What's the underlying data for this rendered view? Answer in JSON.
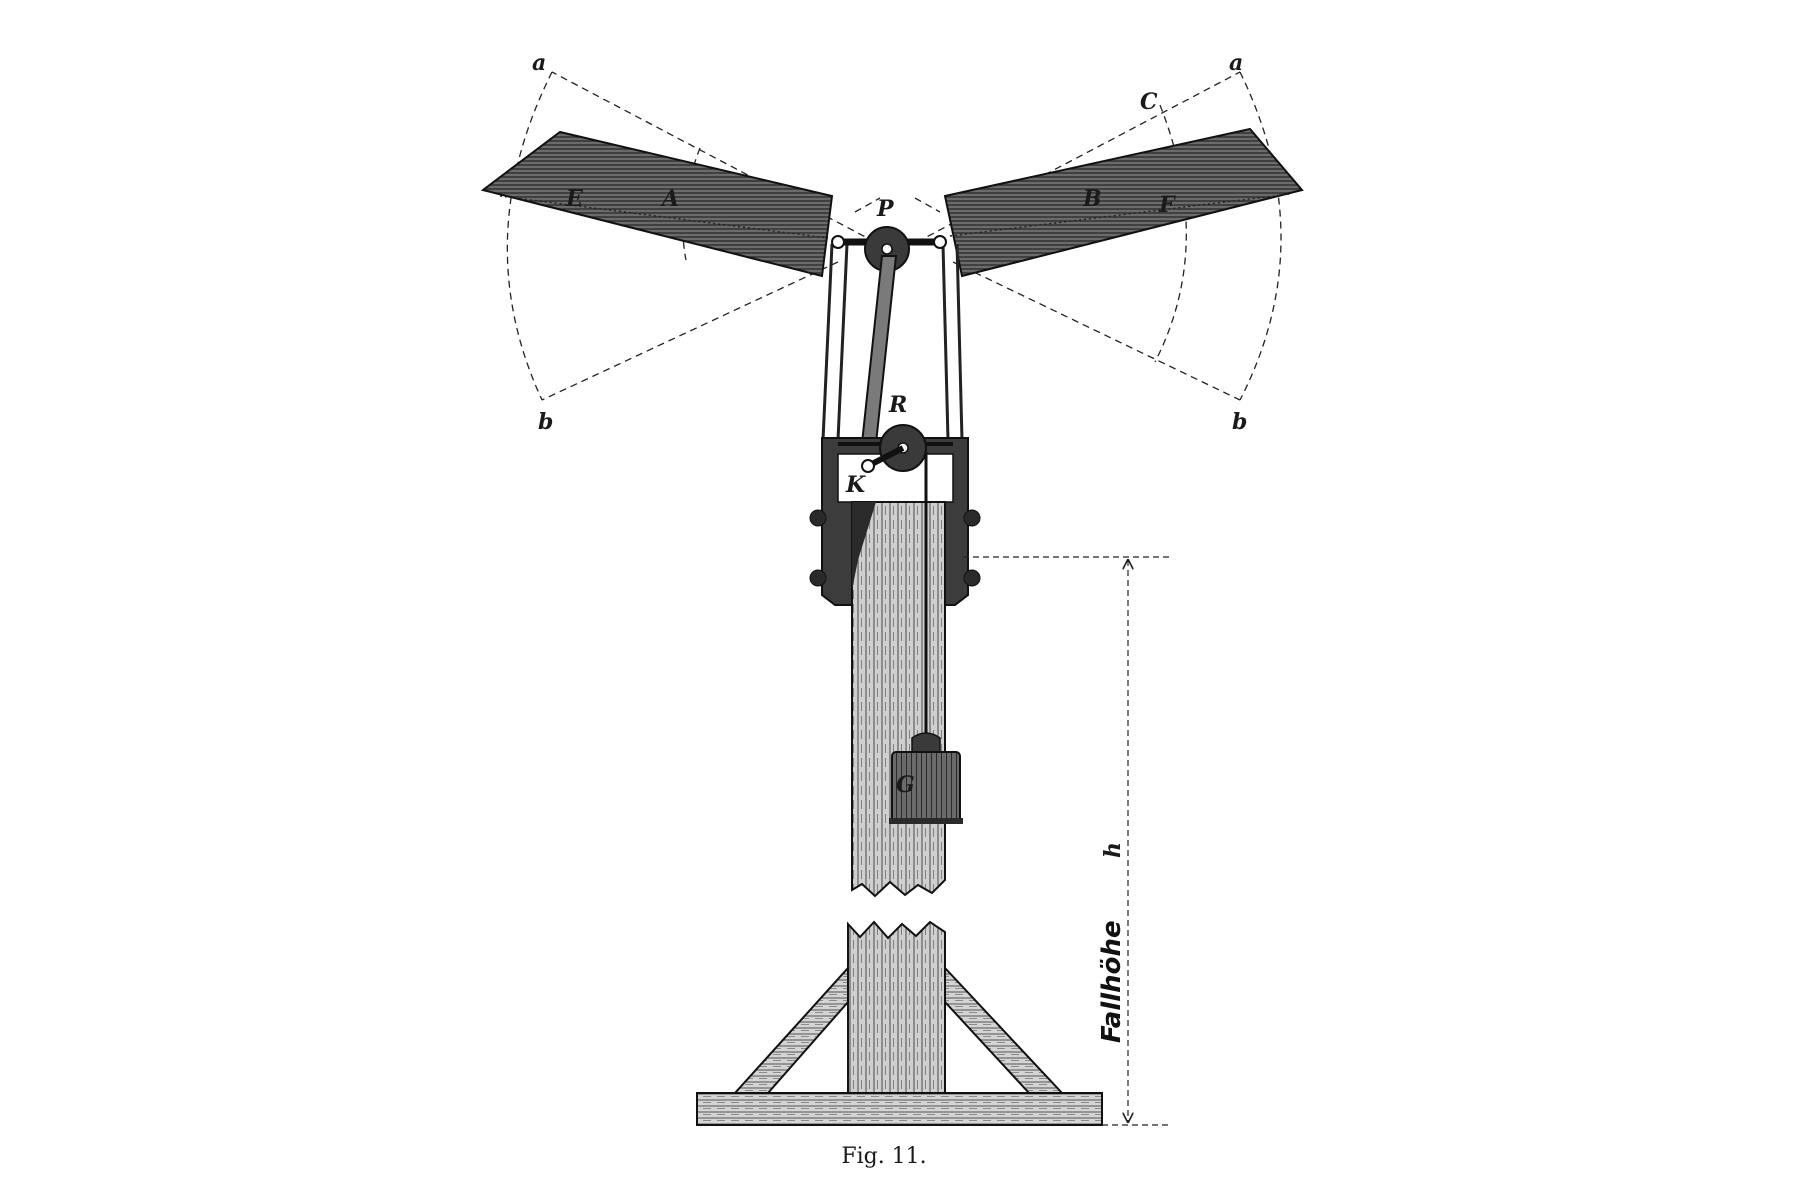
{
  "figure": {
    "caption": "Fig. 11.",
    "height_dimension": {
      "label": "Fallhöhe",
      "symbol": "h"
    },
    "labels": {
      "a_left": "a",
      "a_right": "a",
      "b_left": "b",
      "b_right": "b",
      "C": "C",
      "E": "E",
      "A": "A",
      "P": "P",
      "B": "B",
      "F": "F",
      "R": "R",
      "K": "K",
      "G": "G"
    },
    "colors": {
      "ink": "#1a1a1a",
      "paper": "#ffffff",
      "wood": "#8f8f8f",
      "metal": "#3a3a3a"
    }
  }
}
